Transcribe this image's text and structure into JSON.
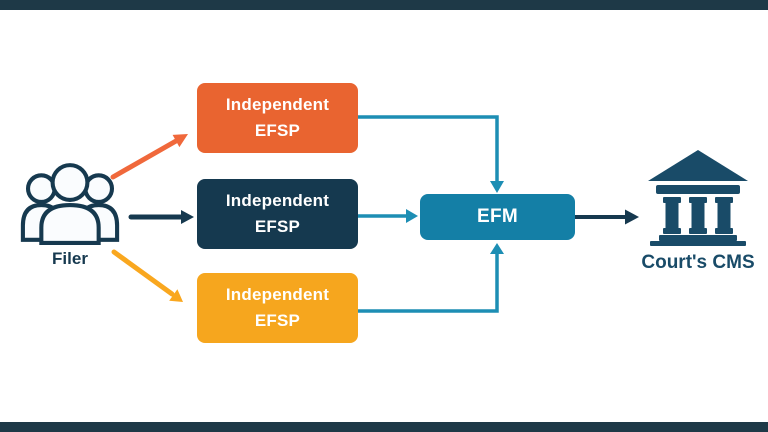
{
  "frame": {
    "background_color": "#ffffff",
    "letterbox_bar_color": "#1e3947"
  },
  "nodes": {
    "filer": {
      "label": "Filer",
      "icon": "people-group-icon",
      "label_color": "#16394F"
    },
    "efsp1": {
      "line1": "Independent",
      "line2": "EFSP",
      "bg_color": "#E96430",
      "text_color": "#ffffff"
    },
    "efsp2": {
      "line1": "Independent",
      "line2": "EFSP",
      "bg_color": "#15394F",
      "text_color": "#ffffff"
    },
    "efsp3": {
      "line1": "Independent",
      "line2": "EFSP",
      "bg_color": "#F6A61E",
      "text_color": "#ffffff"
    },
    "efm": {
      "label": "EFM",
      "bg_color": "#147FA6",
      "text_color": "#ffffff"
    },
    "cms": {
      "label": "Court's CMS",
      "icon": "courthouse-icon",
      "label_color": "#194B68"
    }
  },
  "arrows": {
    "filer_to_efsp1": {
      "color": "#F0683B",
      "direction": "up-right"
    },
    "filer_to_efsp2": {
      "color": "#16394F",
      "direction": "right"
    },
    "filer_to_efsp3": {
      "color": "#F9A71F",
      "direction": "down-right"
    },
    "efsp1_to_efm": {
      "color": "#1D8EB4",
      "direction": "right-then-down"
    },
    "efsp2_to_efm": {
      "color": "#1D8EB4",
      "direction": "right"
    },
    "efsp3_to_efm": {
      "color": "#1D8EB4",
      "direction": "right-then-up"
    },
    "efm_to_cms": {
      "color": "#16394F",
      "direction": "right"
    }
  }
}
